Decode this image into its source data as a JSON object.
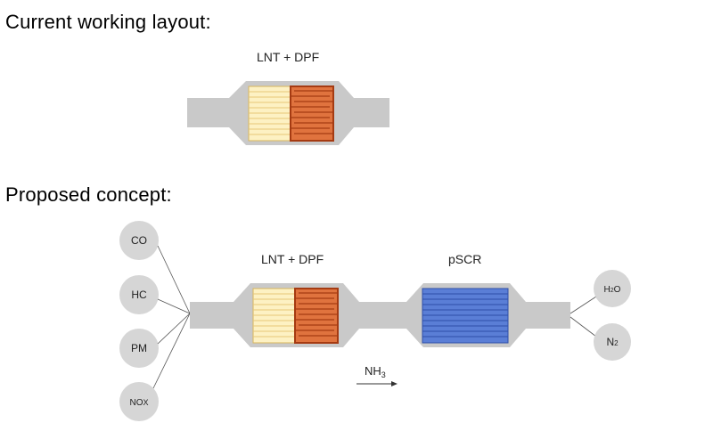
{
  "headings": {
    "current": "Current working layout:",
    "proposed": "Proposed concept:"
  },
  "current_layout": {
    "unit_label": "LNT + DPF"
  },
  "proposed_concept": {
    "inputs": [
      {
        "main": "CO",
        "sub": ""
      },
      {
        "main": "HC",
        "sub": ""
      },
      {
        "main": "PM",
        "sub": ""
      },
      {
        "main": "NO",
        "sub": "X"
      }
    ],
    "unit1_label": "LNT + DPF",
    "unit2_label": "pSCR",
    "dosing": {
      "main": "NH",
      "sub": "3"
    },
    "outputs": [
      {
        "main": "H",
        "sub": "2",
        "tail": "O"
      },
      {
        "main": "N",
        "sub": "2",
        "tail": ""
      }
    ]
  },
  "colors": {
    "pipe": "#c9c9c9",
    "lnt_fill": "#fdf1c3",
    "lnt_line": "#e7c777",
    "dpf_fill": "#e0733e",
    "dpf_frame": "#a53b12",
    "scr_fill": "#5a7ed6",
    "scr_line": "#2f4fa8",
    "circle": "#d6d6d6"
  }
}
